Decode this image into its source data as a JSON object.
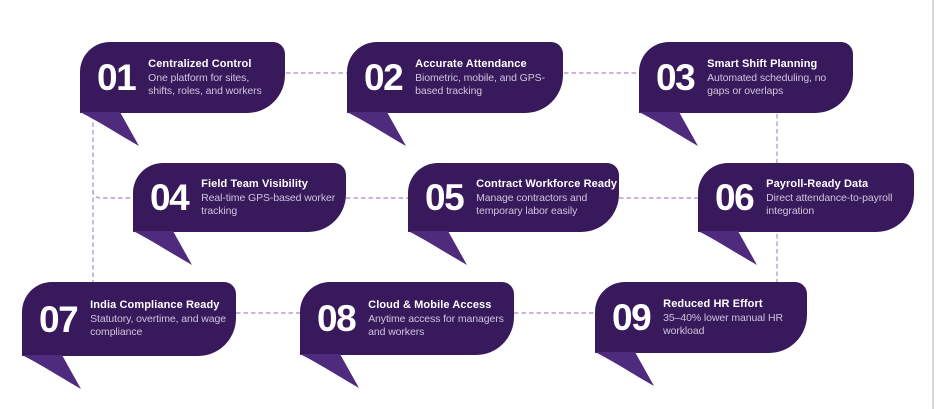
{
  "infographic": {
    "bubbles": [
      {
        "number": "01",
        "title": "Centralized Control",
        "description": "One platform for sites, shifts, roles, and workers"
      },
      {
        "number": "02",
        "title": "Accurate Attendance",
        "description": "Biometric, mobile, and GPS-based tracking"
      },
      {
        "number": "03",
        "title": "Smart Shift Planning",
        "description": "Automated scheduling, no gaps or overlaps"
      },
      {
        "number": "04",
        "title": "Field Team Visibility",
        "description": "Real-time GPS-based worker tracking"
      },
      {
        "number": "05",
        "title": "Contract Workforce Ready",
        "description": "Manage contractors and temporary labor easily"
      },
      {
        "number": "06",
        "title": "Payroll-Ready Data",
        "description": "Direct attendance-to-payroll integration"
      },
      {
        "number": "07",
        "title": "India Compliance Ready",
        "description": "Statutory, overtime, and wage compliance"
      },
      {
        "number": "08",
        "title": "Cloud & Mobile Access",
        "description": "Anytime access for managers and workers"
      },
      {
        "number": "09",
        "title": "Reduced HR Effort",
        "description": "35–40% lower manual HR workload"
      }
    ],
    "colors": {
      "bubble_bg": "#38195c",
      "tail": "#4e2b7c",
      "number_text": "#ffffff",
      "title_text": "#ffffff",
      "desc_text": "#cfc5de",
      "connector": "#b79dd4",
      "edge_line": "#d9d6de",
      "background": "#ffffff"
    }
  }
}
